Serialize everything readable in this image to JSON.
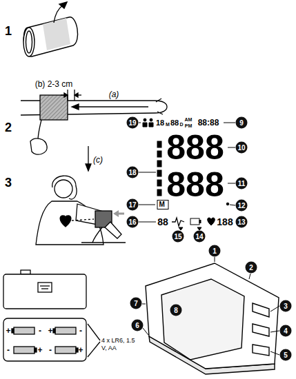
{
  "diagram": {
    "nodes": [
      {
        "text": [
          "M"
        ]
      }
    ],
    "labels": [
      "1",
      "2",
      "3",
      "(b) 2-3 cm",
      "(a)",
      "(c)",
      "18",
      "M",
      "88",
      "D",
      "AM",
      "PM",
      "88:88",
      "888",
      "888",
      "88",
      "188",
      "19",
      "9",
      "10",
      "18",
      "11",
      "17",
      "12",
      "16",
      "13",
      "15",
      "14",
      "1",
      "2",
      "8",
      "7",
      "3",
      "4",
      "6",
      "5",
      "+",
      "-",
      "+",
      "-",
      "-",
      "+",
      "-",
      "+",
      "4 x LR6, 1.5 V, AA"
    ]
  }
}
